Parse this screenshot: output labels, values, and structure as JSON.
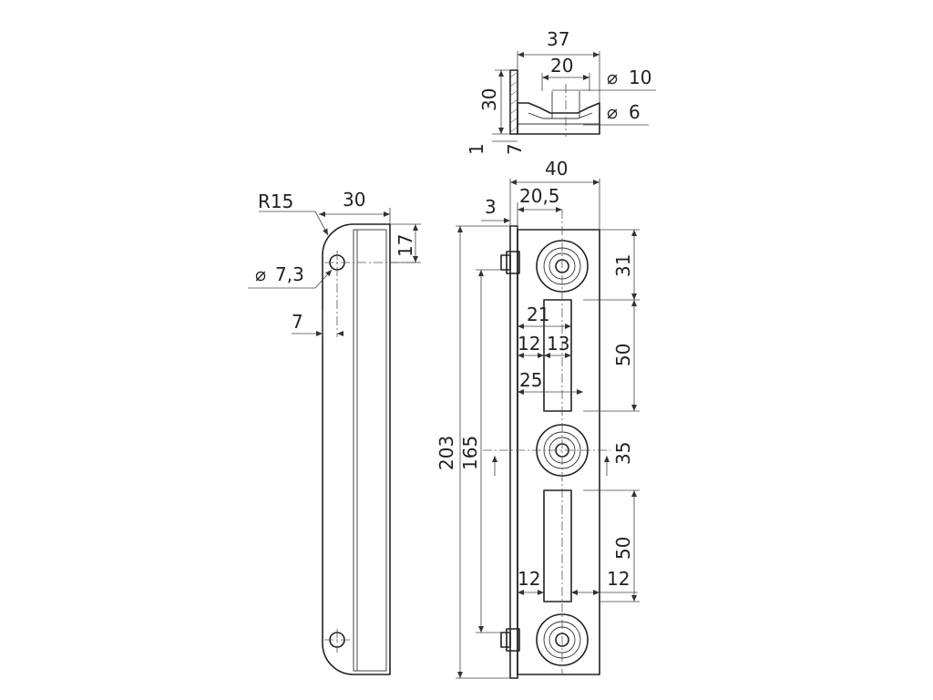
{
  "drawing": {
    "top_view": {
      "width_37": "37",
      "width_20": "20",
      "dia_10": "10",
      "dia_6": "6",
      "height_30": "30",
      "thick_1": "1",
      "depth_7": "7"
    },
    "side_view": {
      "radius": "R15",
      "width_30": "30",
      "height_17": "17",
      "dia_7_3": "7,3",
      "offset_7": "7"
    },
    "front_view": {
      "width_40": "40",
      "width_20_5": "20,5",
      "edge_3": "3",
      "total_203": "203",
      "span_165": "165",
      "top_31": "31",
      "slot_50_a": "50",
      "mid_35": "35",
      "slot_50_b": "50",
      "slot_21": "21",
      "slot_12a": "12",
      "slot_13": "13",
      "slot_25": "25",
      "bottom_12_left": "12",
      "bottom_12_right": "12"
    },
    "diameter_symbol": "⌀"
  }
}
